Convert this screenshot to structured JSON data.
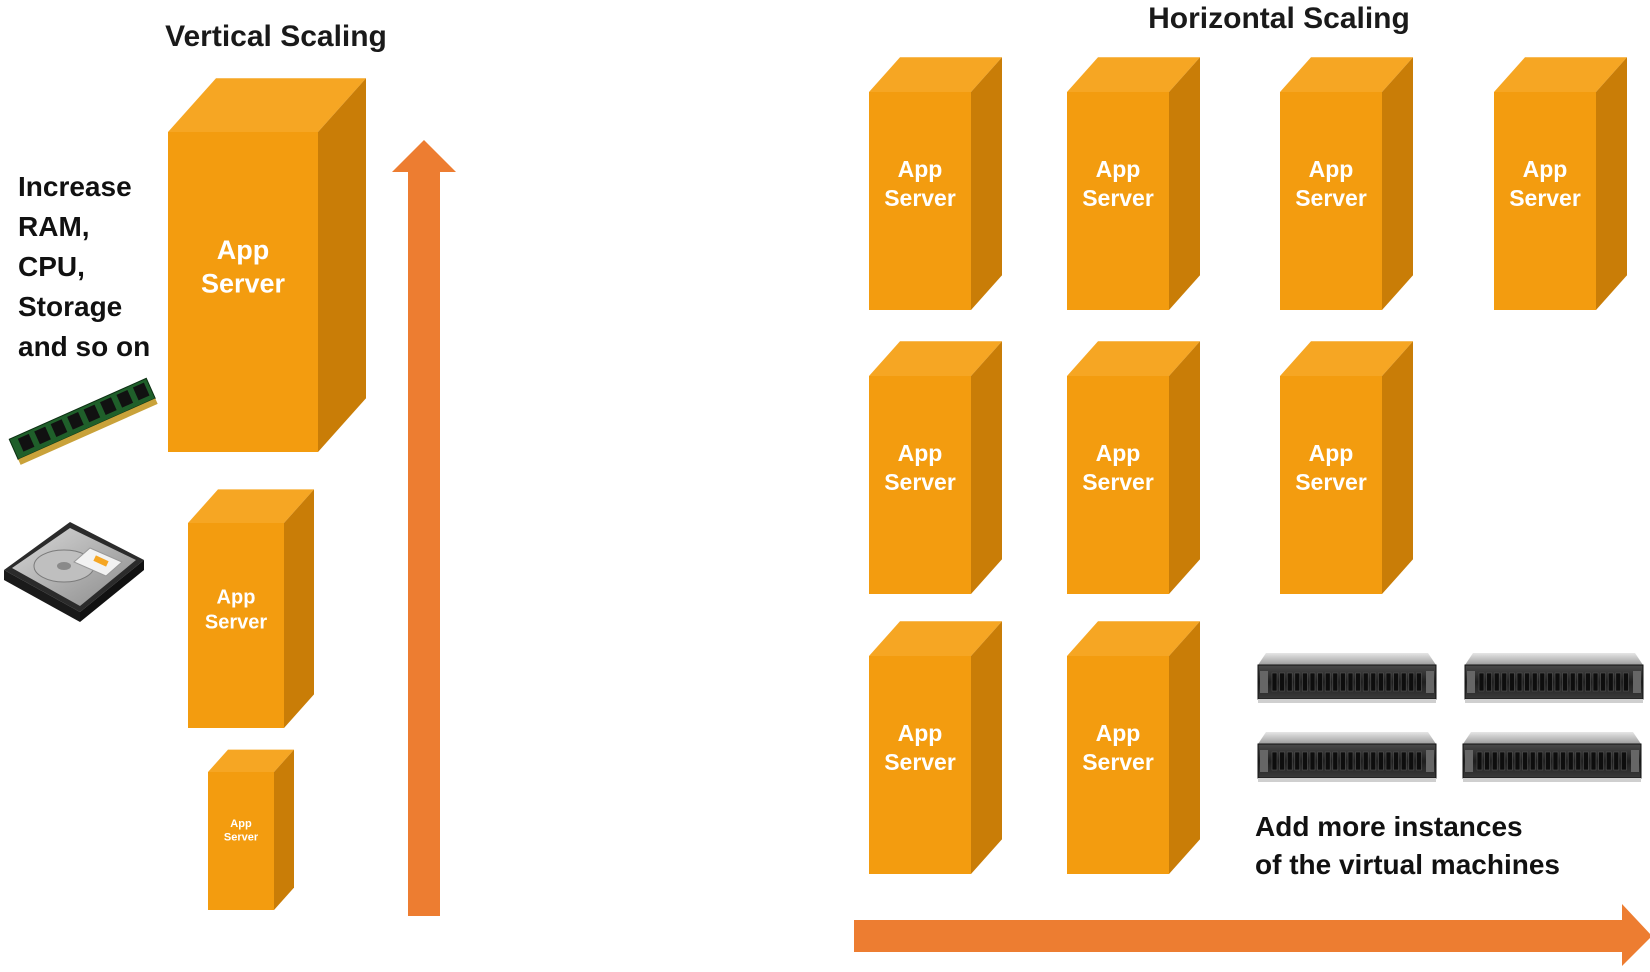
{
  "vertical": {
    "title": "Vertical Scaling",
    "increase_lines": [
      "Increase",
      "RAM,",
      "CPU,",
      "Storage",
      "and so on"
    ],
    "server_label_lines": [
      "App",
      "Server"
    ],
    "server_count": 3
  },
  "horizontal": {
    "title": "Horizontal Scaling",
    "server_label_lines": [
      "App",
      "Server"
    ],
    "server_rows": [
      4,
      3,
      2
    ],
    "vm_count": 4,
    "caption_lines": [
      "Add more instances",
      "of the virtual machines"
    ]
  },
  "colors": {
    "server_front": "#F39C0F",
    "server_top": "#F6A623",
    "server_side": "#C97D07",
    "arrow": "#ED7D31",
    "text": "#111111"
  },
  "icons": {
    "ram": "ram-module-icon",
    "hdd": "hard-drive-icon",
    "rack_server": "rack-server-icon"
  }
}
